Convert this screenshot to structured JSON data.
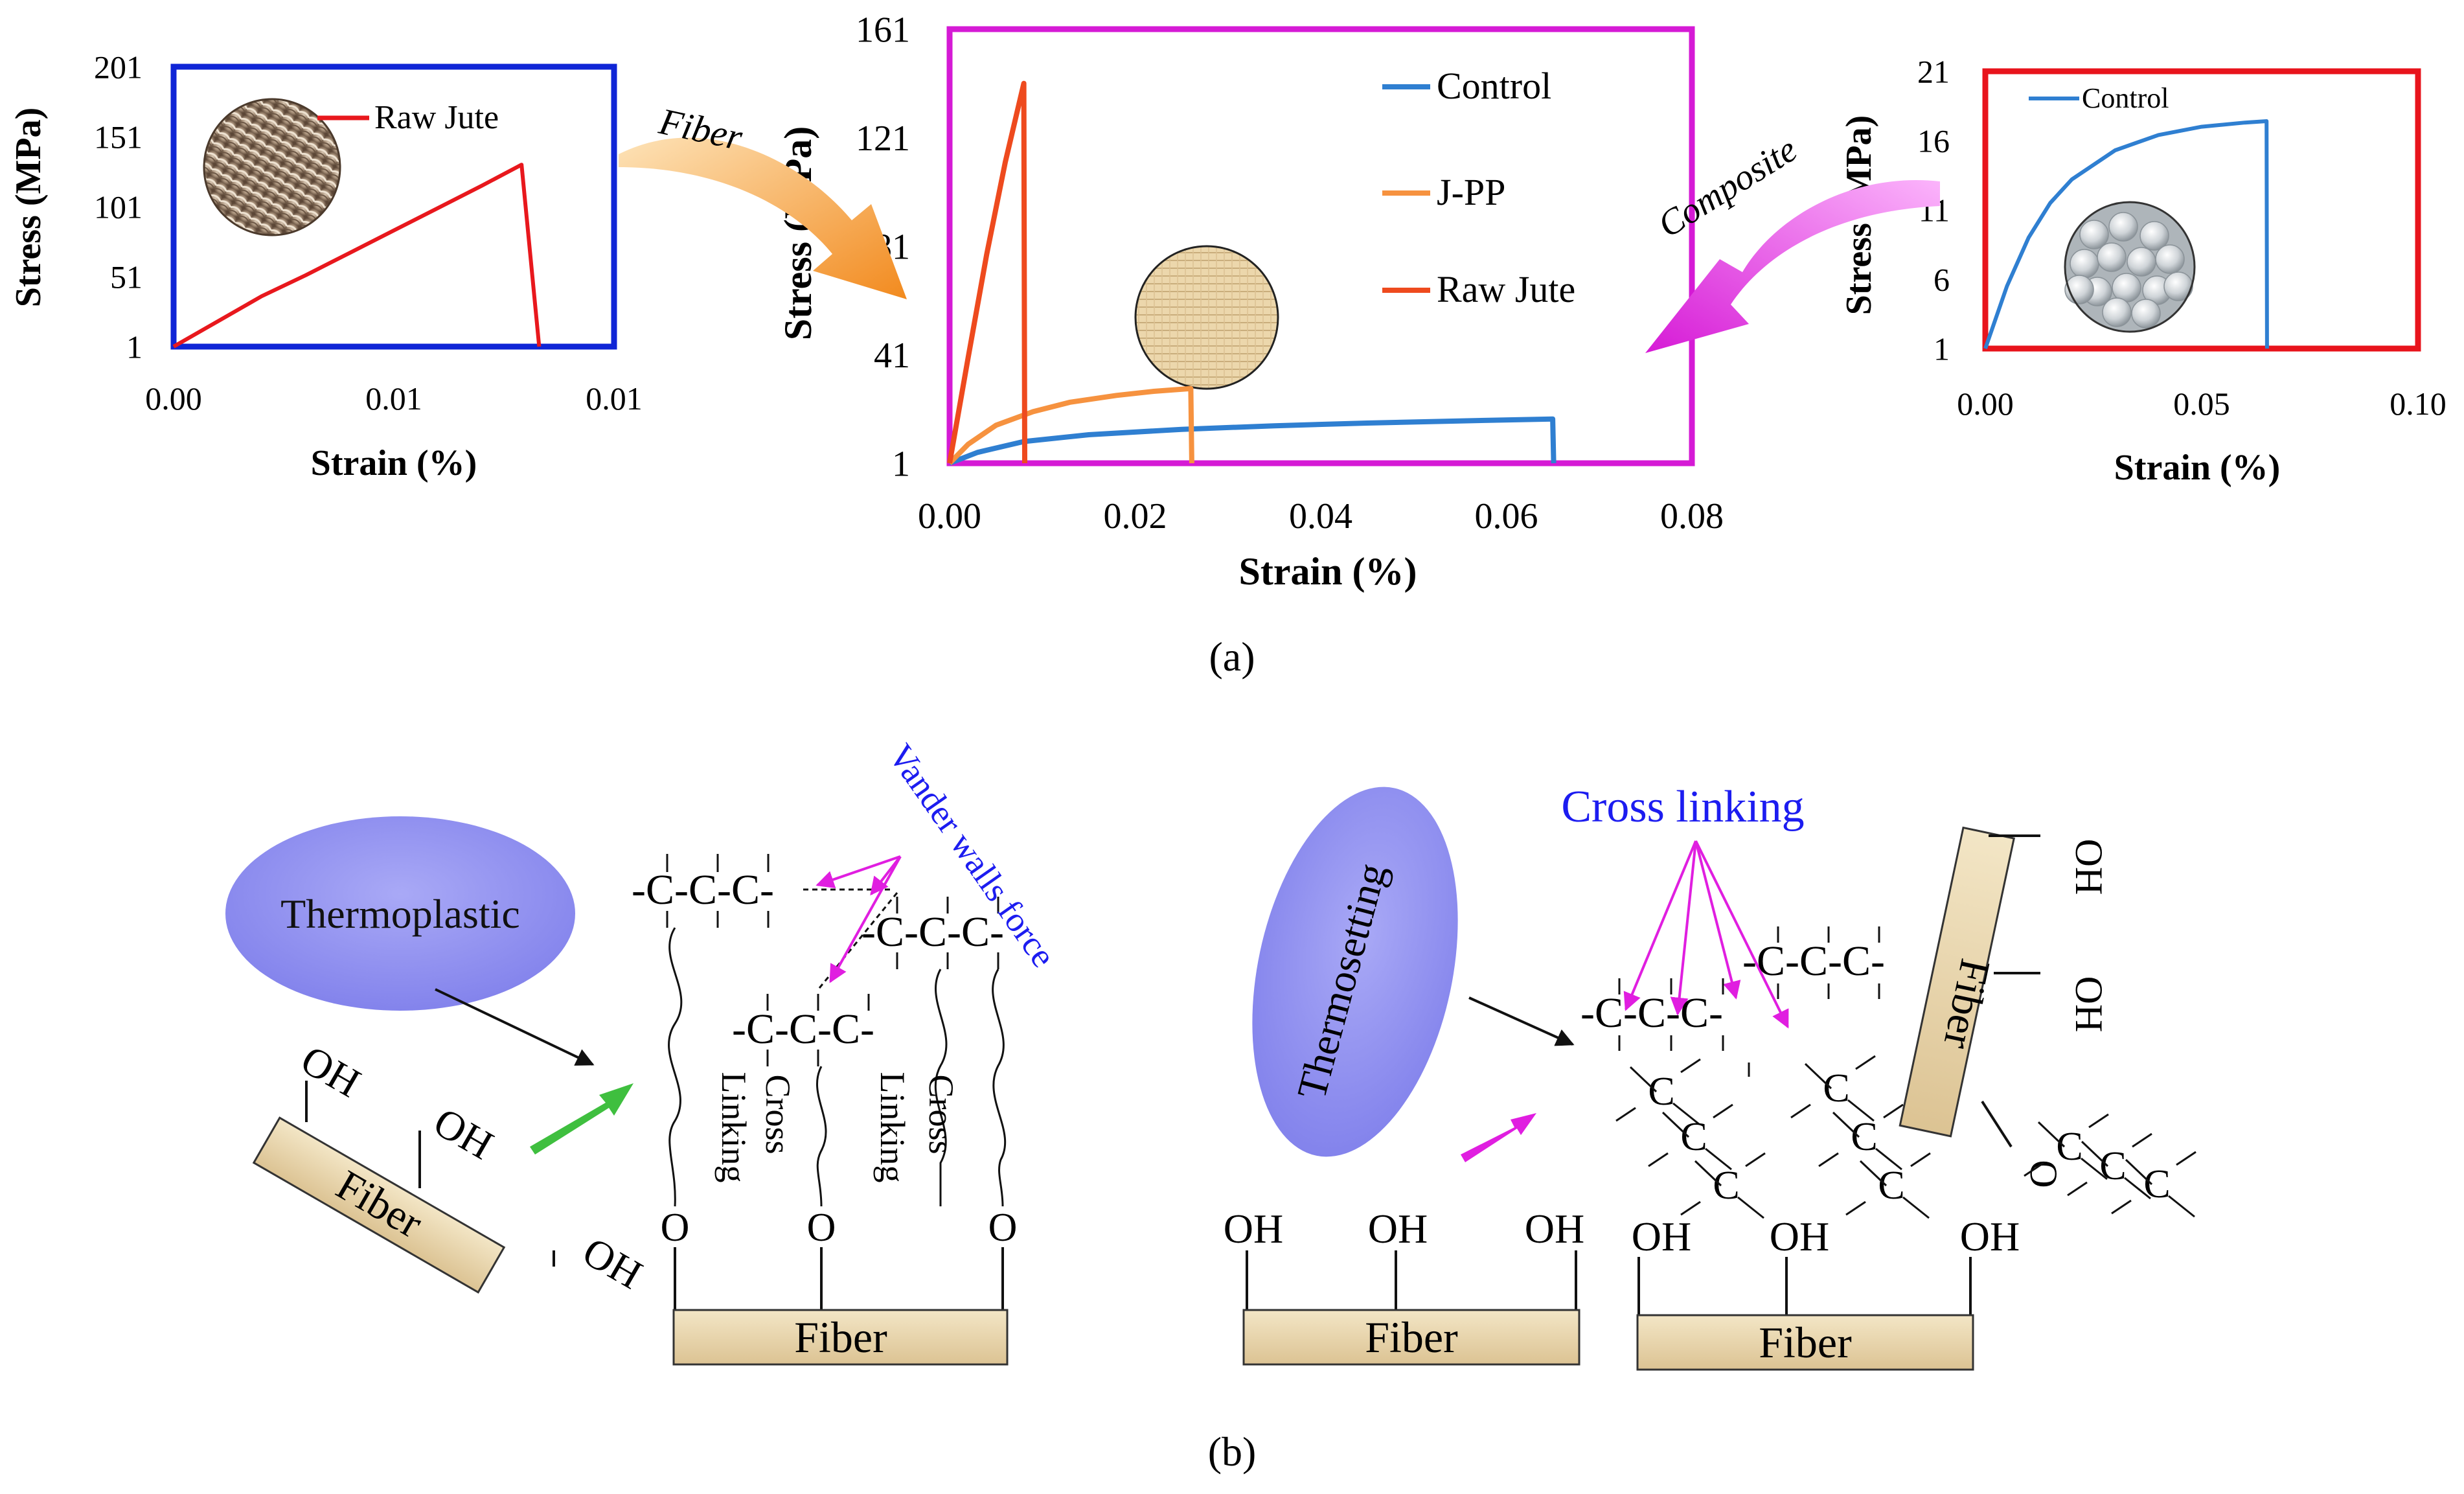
{
  "panel_a_label": "(a)",
  "panel_b_label": "(b)",
  "arrow_fiber_label": "Fiber",
  "arrow_composite_label": "Composite",
  "colors": {
    "raw_jute": "#e8181d",
    "raw_jute_mid": "#ee4a1e",
    "control": "#2f7fd1",
    "jpp": "#f6923f",
    "frame_left": "#0f25d6",
    "frame_mid": "#d51ad5",
    "frame_right": "#e8141c",
    "thermo_fill": "#8f8fef",
    "fiber_fill": "#ecdcb4",
    "magenta": "#e01ee0",
    "blue_label": "#1c1cf0",
    "green_arrow": "#3fbf3f"
  },
  "chart_data": [
    {
      "type": "line",
      "id": "left",
      "xlabel": "Strain (%)",
      "ylabel": "Stress (MPa)",
      "xlim": [
        0,
        0.01
      ],
      "ylim": [
        1,
        201
      ],
      "x_ticks": [
        0,
        0.005,
        0.01
      ],
      "x_tick_labels": [
        "0.00",
        "0.01",
        "0.01"
      ],
      "y_ticks": [
        1,
        51,
        101,
        151,
        201
      ],
      "y_tick_labels": [
        "1",
        "51",
        "101",
        "151",
        "201"
      ],
      "legend": "top-left",
      "grid": false,
      "series": [
        {
          "name": "Raw Jute",
          "color": "#e8181d",
          "x": [
            0,
            0.001,
            0.002,
            0.003,
            0.004,
            0.005,
            0.006,
            0.007,
            0.0079,
            0.0083
          ],
          "y": [
            1,
            19,
            37,
            52,
            68,
            84,
            100,
            116,
            131,
            1
          ]
        }
      ]
    },
    {
      "type": "line",
      "id": "mid",
      "xlabel": "Strain (%)",
      "ylabel": "Stress (MPa)",
      "xlim": [
        0,
        0.08
      ],
      "ylim": [
        1,
        161
      ],
      "x_ticks": [
        0,
        0.02,
        0.04,
        0.06,
        0.08
      ],
      "x_tick_labels": [
        "0.00",
        "0.02",
        "0.04",
        "0.06",
        "0.08"
      ],
      "y_ticks": [
        1,
        41,
        81,
        121,
        161
      ],
      "y_tick_labels": [
        "1",
        "41",
        "81",
        "121",
        "161"
      ],
      "legend": "right",
      "grid": false,
      "series": [
        {
          "name": "Control",
          "color": "#2f7fd1",
          "x": [
            0,
            0.003,
            0.008,
            0.015,
            0.025,
            0.035,
            0.045,
            0.055,
            0.065,
            0.0651
          ],
          "y": [
            1,
            5,
            9,
            11.5,
            13.5,
            14.8,
            15.8,
            16.6,
            17.3,
            1
          ]
        },
        {
          "name": "J-PP",
          "color": "#f6923f",
          "x": [
            0,
            0.002,
            0.005,
            0.009,
            0.013,
            0.018,
            0.022,
            0.026,
            0.0261
          ],
          "y": [
            1,
            8,
            15,
            20,
            23.5,
            26,
            27.5,
            28.5,
            1
          ]
        },
        {
          "name": "Raw Jute",
          "color": "#ee4a1e",
          "x": [
            0,
            0.002,
            0.004,
            0.006,
            0.008,
            0.0081
          ],
          "y": [
            1,
            40,
            78,
            112,
            141,
            1
          ]
        }
      ]
    },
    {
      "type": "line",
      "id": "right",
      "xlabel": "Strain (%)",
      "ylabel": "Stress (MPa)",
      "xlim": [
        0,
        0.1
      ],
      "ylim": [
        1,
        21
      ],
      "x_ticks": [
        0,
        0.05,
        0.1
      ],
      "x_tick_labels": [
        "0.00",
        "0.05",
        "0.10"
      ],
      "y_ticks": [
        1,
        6,
        11,
        16,
        21
      ],
      "y_tick_labels": [
        "1",
        "6",
        "11",
        "16",
        "21"
      ],
      "legend": "top-left",
      "grid": false,
      "series": [
        {
          "name": "Control",
          "color": "#2f7fd1",
          "x": [
            0,
            0.005,
            0.01,
            0.015,
            0.02,
            0.03,
            0.04,
            0.05,
            0.06,
            0.065,
            0.0651
          ],
          "y": [
            1,
            5.5,
            9,
            11.5,
            13.2,
            15.3,
            16.4,
            17,
            17.3,
            17.4,
            1
          ]
        }
      ]
    }
  ],
  "diagram_b": {
    "thermoplastic_label": "Thermoplastic",
    "thermosetting_label": "Thermosetting",
    "vdw_label": "Vander walls force",
    "crosslink_title": "Cross linking",
    "chain_top": "-C-C-C-",
    "chain_right": "-C-C-C-",
    "chain_mid": "-C-C-C-",
    "cross_word": "Cross",
    "linking_word": "Linking",
    "oh": "OH",
    "o": "O",
    "fiber_word": "Fiber",
    "c_letter": "C"
  }
}
